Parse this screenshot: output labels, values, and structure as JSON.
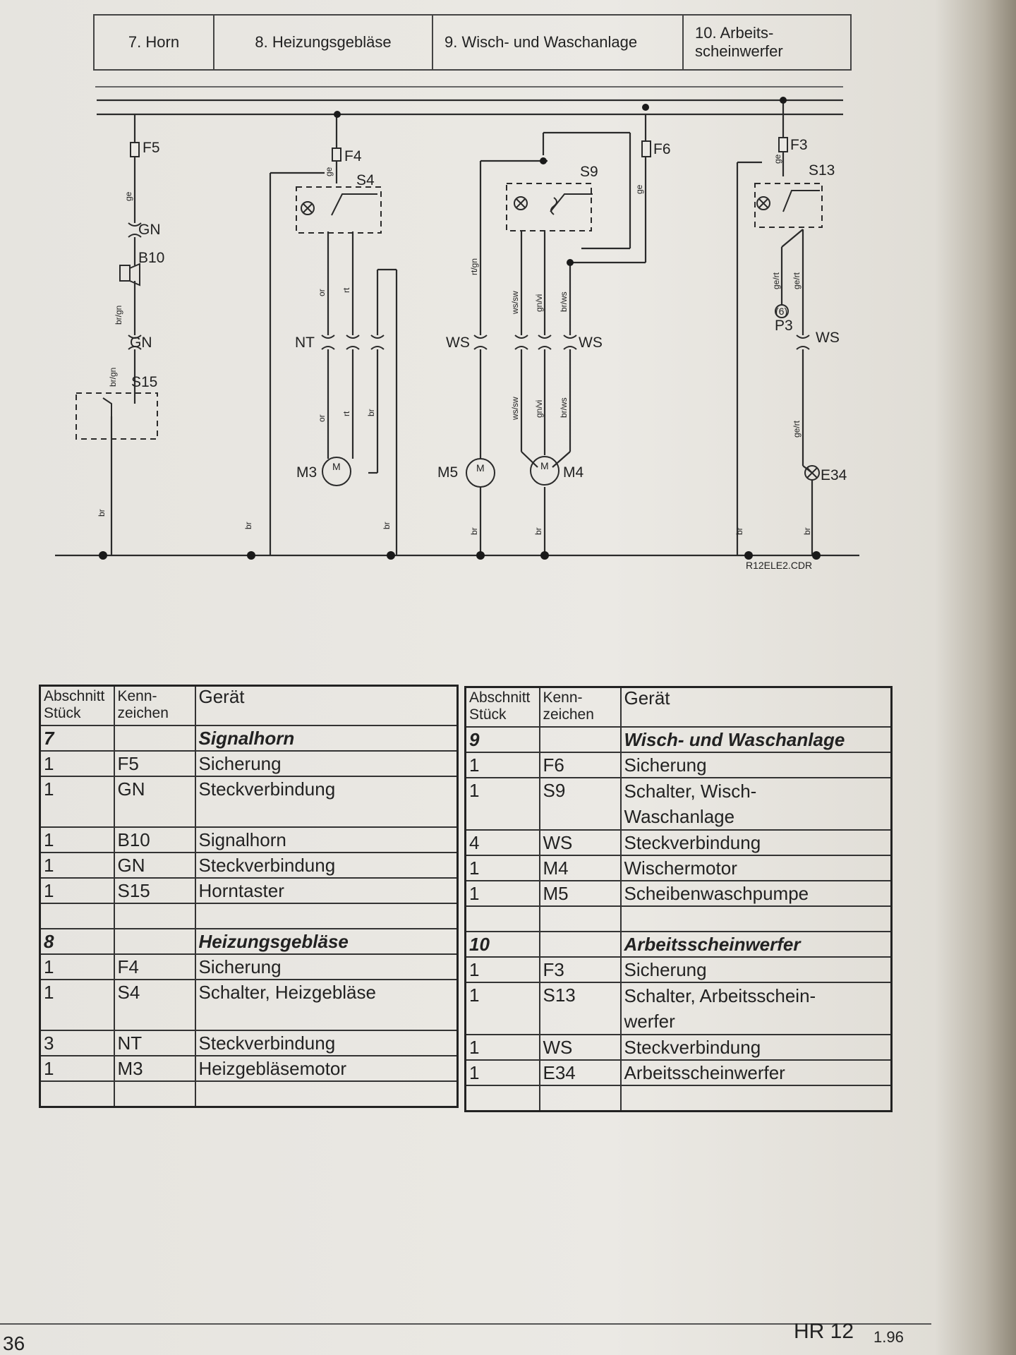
{
  "header": {
    "sections": [
      "7. Horn",
      "8. Heizungsgebläse",
      "9. Wisch- und Waschanlage",
      "10. Arbeits-\nscheinwerfer"
    ]
  },
  "diagram": {
    "labels": {
      "F5": "F5",
      "GN1": "GN",
      "B10": "B10",
      "GN2": "GN",
      "S15": "S15",
      "F4": "F4",
      "S4": "S4",
      "NT": "NT",
      "M3": "M3",
      "WS_left": "WS",
      "WS_right": "WS",
      "M5": "M5",
      "M4": "M4",
      "S9": "S9",
      "F6": "F6",
      "F3": "F3",
      "S13": "S13",
      "P3": "P3",
      "P3_num": "(6)",
      "WS_10": "WS",
      "E34": "E34"
    },
    "wire_codes": {
      "ge": "ge",
      "br_gn": "br/gn",
      "br": "br",
      "or": "or",
      "rt": "rt",
      "rt_gn": "rt/gn",
      "ws_sw": "ws/sw",
      "gn_vi": "gn/vi",
      "br_ws": "br/ws",
      "ge_rt": "ge/rt"
    },
    "motor_symbol": "M",
    "file_ref": "R12ELE2.CDR"
  },
  "table_left": {
    "headers": [
      "Abschnitt\nStück",
      "Kenn-\nzeichen",
      "Gerät"
    ],
    "rows": [
      [
        "7",
        "",
        "Signalhorn"
      ],
      [
        "1",
        "F5",
        "Sicherung"
      ],
      [
        "1",
        "GN",
        "Steckverbindung"
      ],
      [
        "1",
        "B10",
        "Signalhorn"
      ],
      [
        "1",
        "GN",
        "Steckverbindung"
      ],
      [
        "1",
        "S15",
        "Horntaster"
      ],
      [
        "",
        "",
        ""
      ],
      [
        "8",
        "",
        "Heizungsgebläse"
      ],
      [
        "1",
        "F4",
        "Sicherung"
      ],
      [
        "1",
        "S4",
        "Schalter, Heizgebläse"
      ],
      [
        "3",
        "NT",
        "Steckverbindung"
      ],
      [
        "1",
        "M3",
        "Heizgebläsemotor"
      ],
      [
        "",
        "",
        ""
      ]
    ]
  },
  "table_right": {
    "headers": [
      "Abschnitt\nStück",
      "Kenn-\nzeichen",
      "Gerät"
    ],
    "rows": [
      [
        "9",
        "",
        "Wisch- und Waschanlage"
      ],
      [
        "1",
        "F6",
        "Sicherung"
      ],
      [
        "1",
        "S9",
        "Schalter, Wisch-\nWaschanlage"
      ],
      [
        "4",
        "WS",
        "Steckverbindung"
      ],
      [
        "1",
        "M4",
        "Wischermotor"
      ],
      [
        "1",
        "M5",
        "Scheibenwaschpumpe"
      ],
      [
        "",
        "",
        ""
      ],
      [
        "10",
        "",
        "Arbeitsscheinwerfer"
      ],
      [
        "1",
        "F3",
        "Sicherung"
      ],
      [
        "1",
        "S13",
        "Schalter, Arbeitsschein-\nwerfer"
      ],
      [
        "1",
        "WS",
        "Steckverbindung"
      ],
      [
        "1",
        "E34",
        "Arbeitsscheinwerfer"
      ],
      [
        "",
        "",
        ""
      ]
    ]
  },
  "footer": {
    "page": "36",
    "model": "HR 12",
    "version": "1.96"
  }
}
